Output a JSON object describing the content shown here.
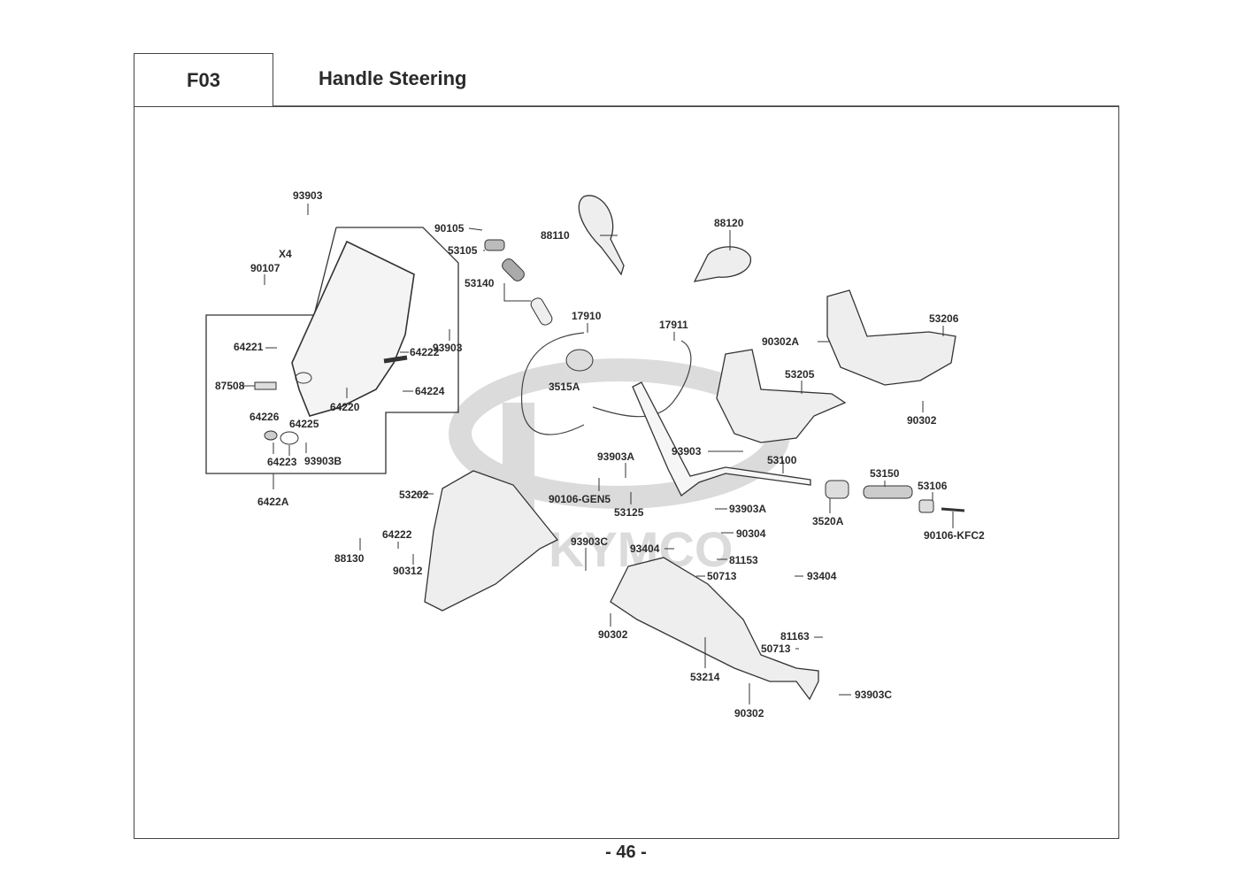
{
  "header": {
    "section_code": "F03",
    "title": "Handle Steering"
  },
  "page_number": "- 46 -",
  "watermark": "KYMCO",
  "parts": [
    {
      "id": "p-93903-a",
      "label": "93903"
    },
    {
      "id": "p-x4",
      "label": "X4"
    },
    {
      "id": "p-90107",
      "label": "90107"
    },
    {
      "id": "p-64221",
      "label": "64221"
    },
    {
      "id": "p-87508",
      "label": "87508"
    },
    {
      "id": "p-64220",
      "label": "64220"
    },
    {
      "id": "p-64222-a",
      "label": "64222"
    },
    {
      "id": "p-64224",
      "label": "64224"
    },
    {
      "id": "p-64226",
      "label": "64226"
    },
    {
      "id": "p-64225",
      "label": "64225"
    },
    {
      "id": "p-64223",
      "label": "64223"
    },
    {
      "id": "p-93903b",
      "label": "93903B"
    },
    {
      "id": "p-6422a",
      "label": "6422A"
    },
    {
      "id": "p-93903-b",
      "label": "93903"
    },
    {
      "id": "p-90105",
      "label": "90105"
    },
    {
      "id": "p-53105",
      "label": "53105"
    },
    {
      "id": "p-53140",
      "label": "53140"
    },
    {
      "id": "p-88110",
      "label": "88110"
    },
    {
      "id": "p-88120",
      "label": "88120"
    },
    {
      "id": "p-17910",
      "label": "17910"
    },
    {
      "id": "p-17911",
      "label": "17911"
    },
    {
      "id": "p-3515a",
      "label": "3515A"
    },
    {
      "id": "p-90302a",
      "label": "90302A"
    },
    {
      "id": "p-53206",
      "label": "53206"
    },
    {
      "id": "p-53205",
      "label": "53205"
    },
    {
      "id": "p-90302-a",
      "label": "90302"
    },
    {
      "id": "p-93903-c",
      "label": "93903"
    },
    {
      "id": "p-93903a-a",
      "label": "93903A"
    },
    {
      "id": "p-53100",
      "label": "53100"
    },
    {
      "id": "p-90106-gen5",
      "label": "90106-GEN5"
    },
    {
      "id": "p-53125",
      "label": "53125"
    },
    {
      "id": "p-93903a-b",
      "label": "93903A"
    },
    {
      "id": "p-53150",
      "label": "53150"
    },
    {
      "id": "p-53106",
      "label": "53106"
    },
    {
      "id": "p-3520a",
      "label": "3520A"
    },
    {
      "id": "p-90106-kfc2",
      "label": "90106-KFC2"
    },
    {
      "id": "p-53202",
      "label": "53202"
    },
    {
      "id": "p-88130",
      "label": "88130"
    },
    {
      "id": "p-64222-b",
      "label": "64222"
    },
    {
      "id": "p-90312",
      "label": "90312"
    },
    {
      "id": "p-90304",
      "label": "90304"
    },
    {
      "id": "p-93903c-a",
      "label": "93903C"
    },
    {
      "id": "p-93404-a",
      "label": "93404"
    },
    {
      "id": "p-81153",
      "label": "81153"
    },
    {
      "id": "p-50713-a",
      "label": "50713"
    },
    {
      "id": "p-93404-b",
      "label": "93404"
    },
    {
      "id": "p-90302-b",
      "label": "90302"
    },
    {
      "id": "p-81163",
      "label": "81163"
    },
    {
      "id": "p-50713-b",
      "label": "50713"
    },
    {
      "id": "p-53214",
      "label": "53214"
    },
    {
      "id": "p-90302-c",
      "label": "90302"
    },
    {
      "id": "p-93903c-b",
      "label": "93903C"
    }
  ]
}
